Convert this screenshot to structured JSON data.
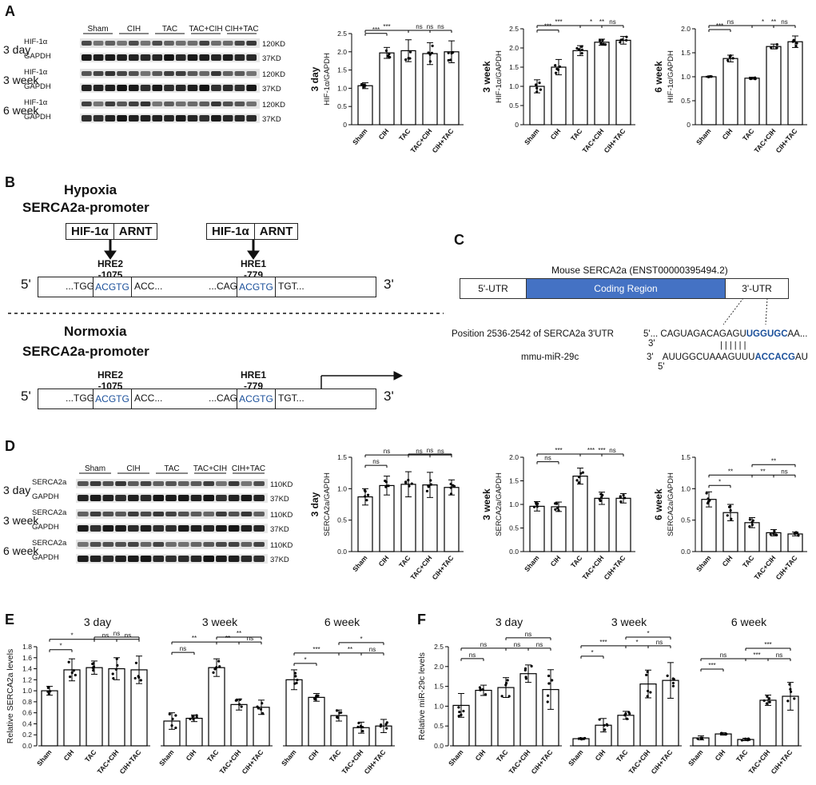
{
  "panels": {
    "A": "A",
    "B": "B",
    "C": "C",
    "D": "D",
    "E": "E",
    "F": "F"
  },
  "blotA": {
    "groups": [
      "Sham",
      "CIH",
      "TAC",
      "TAC+CIH",
      "CIH+TAC"
    ],
    "rows": [
      {
        "time": "3 day",
        "protein": "HIF-1α",
        "ctrl": "GAPDH",
        "kd1": "120KD",
        "kd2": "37KD"
      },
      {
        "time": "3 week",
        "protein": "HIF-1α",
        "ctrl": "GAPDH",
        "kd1": "120KD",
        "kd2": "37KD"
      },
      {
        "time": "6 week",
        "protein": "HIF-1α",
        "ctrl": "GAPDH",
        "kd1": "120KD",
        "kd2": "37KD"
      }
    ]
  },
  "blotD": {
    "groups": [
      "Sham",
      "CIH",
      "TAC",
      "TAC+CIH",
      "CIH+TAC"
    ],
    "rows": [
      {
        "time": "3 day",
        "protein": "SERCA2a",
        "ctrl": "GAPDH",
        "kd1": "110KD",
        "kd2": "37KD"
      },
      {
        "time": "3 week",
        "protein": "SERCA2a",
        "ctrl": "GAPDH",
        "kd1": "110KD",
        "kd2": "37KD"
      },
      {
        "time": "6 week",
        "protein": "SERCA2a",
        "ctrl": "GAPDH",
        "kd1": "110KD",
        "kd2": "37KD"
      }
    ]
  },
  "diagramB": {
    "hypoxia_title": "Hypoxia",
    "hypoxia_sub": "SERCA2a-promoter",
    "normoxia_title": "Normoxia",
    "normoxia_sub": "SERCA2a-promoter",
    "hif": "HIF-1α",
    "arnt": "ARNT",
    "hre2": "HRE2",
    "hre2_pos": "-1075",
    "hre1": "HRE1",
    "hre1_pos": "-779",
    "five": "5'",
    "three": "3'",
    "seg1": "...TGG",
    "seg2": "ACGTG",
    "seg3": "ACC...",
    "seg4": "...CAG",
    "seg5": "ACGTG",
    "seg6": "TGT...",
    "seg6b": "TGT..."
  },
  "diagramC": {
    "title": "Mouse SERCA2a (ENST00000395494.2)",
    "utr5": "5'-UTR",
    "coding": "Coding Region",
    "utr3": "3'-UTR",
    "position_label": "Position 2536-2542 of SERCA2a 3'UTR",
    "five": "5'...",
    "target_a": "CAGUAGACAGAGU",
    "target_b": "UGGUGC",
    "target_c": "AA...",
    "three": "3'",
    "mir_label": "mmu-miR-29c",
    "mir_3": "3'",
    "mir_a": "AUUGGCUAAAGUUU",
    "mir_b": "ACCACG",
    "mir_c": "AU",
    "mir_5": "5'",
    "pairs": "| | | | | |"
  },
  "colors": {
    "accent_blue": "#4472c4",
    "seq_blue": "#1a4f9a",
    "bar_edge": "#000000"
  },
  "chart_data": [
    {
      "id": "A1",
      "type": "bar",
      "ylabel": "HIF-1α/GAPDH",
      "yprefix": "3 day",
      "categories": [
        "Sham",
        "CIH",
        "TAC",
        "TAC+CIH",
        "CIH+TAC"
      ],
      "values": [
        1.07,
        1.97,
        2.03,
        1.95,
        2.0
      ],
      "errors": [
        0.08,
        0.15,
        0.3,
        0.3,
        0.3
      ],
      "ylim": [
        0,
        2.5
      ],
      "yticks": [
        "0",
        "0.5",
        "1.0",
        "1.5",
        "2.0",
        "2.5"
      ],
      "sig": [
        {
          "a": 0,
          "b": 1,
          "t": "***",
          "lvl": 0
        },
        {
          "a": 0,
          "b": 2,
          "t": "***",
          "lvl": 1
        },
        {
          "a": 2,
          "b": 3,
          "t": "ns",
          "lvl": 1
        },
        {
          "a": 3,
          "b": 4,
          "t": "ns",
          "lvl": 1
        },
        {
          "a": 2,
          "b": 4,
          "t": "ns",
          "lvl": 2
        }
      ]
    },
    {
      "id": "A2",
      "type": "bar",
      "ylabel": "HIF-1α/GAPDH",
      "yprefix": "3 week",
      "categories": [
        "Sham",
        "CIH",
        "TAC",
        "TAC+CIH",
        "CIH+TAC"
      ],
      "values": [
        1.0,
        1.5,
        1.93,
        2.15,
        2.2
      ],
      "errors": [
        0.17,
        0.2,
        0.13,
        0.08,
        0.1
      ],
      "ylim": [
        0,
        2.5
      ],
      "yticks": [
        "0",
        "0.5",
        "1.0",
        "1.5",
        "2.0",
        "2.5"
      ],
      "sig": [
        {
          "a": 0,
          "b": 1,
          "t": "***",
          "lvl": 0
        },
        {
          "a": 0,
          "b": 2,
          "t": "***",
          "lvl": 1
        },
        {
          "a": 2,
          "b": 3,
          "t": "*",
          "lvl": 1
        },
        {
          "a": 3,
          "b": 4,
          "t": "ns",
          "lvl": 1
        },
        {
          "a": 2,
          "b": 4,
          "t": "**",
          "lvl": 2
        }
      ]
    },
    {
      "id": "A3",
      "type": "bar",
      "ylabel": "HIF-1α/GAPDH",
      "yprefix": "6 week",
      "categories": [
        "Sham",
        "CIH",
        "TAC",
        "TAC+CIH",
        "CIH+TAC"
      ],
      "values": [
        1.0,
        1.38,
        0.97,
        1.63,
        1.73
      ],
      "errors": [
        0.01,
        0.07,
        0.02,
        0.05,
        0.12
      ],
      "ylim": [
        0,
        2.0
      ],
      "yticks": [
        "0",
        "0.5",
        "1.0",
        "1.5",
        "2.0"
      ],
      "sig": [
        {
          "a": 0,
          "b": 1,
          "t": "***",
          "lvl": 0
        },
        {
          "a": 0,
          "b": 2,
          "t": "ns",
          "lvl": 1
        },
        {
          "a": 2,
          "b": 3,
          "t": "*",
          "lvl": 1
        },
        {
          "a": 3,
          "b": 4,
          "t": "ns",
          "lvl": 1
        },
        {
          "a": 2,
          "b": 4,
          "t": "**",
          "lvl": 2
        }
      ]
    },
    {
      "id": "D1",
      "type": "bar",
      "ylabel": "SERCA2a/GAPDH",
      "yprefix": "3 day",
      "categories": [
        "Sham",
        "CIH",
        "TAC",
        "TAC+CIH",
        "CIH+TAC"
      ],
      "values": [
        0.87,
        1.05,
        1.07,
        1.06,
        1.02
      ],
      "errors": [
        0.13,
        0.15,
        0.2,
        0.2,
        0.12
      ],
      "ylim": [
        0,
        1.5
      ],
      "yticks": [
        "0.0",
        "0.5",
        "1.0",
        "1.5"
      ],
      "sig": [
        {
          "a": 0,
          "b": 1,
          "t": "ns",
          "lvl": 0
        },
        {
          "a": 0,
          "b": 2,
          "t": "ns",
          "lvl": 1
        },
        {
          "a": 2,
          "b": 3,
          "t": "ns",
          "lvl": 1
        },
        {
          "a": 3,
          "b": 4,
          "t": "ns",
          "lvl": 1
        },
        {
          "a": 2,
          "b": 4,
          "t": "ns",
          "lvl": 2
        }
      ]
    },
    {
      "id": "D2",
      "type": "bar",
      "ylabel": "SERCA2a/GAPDH",
      "yprefix": "3 week",
      "categories": [
        "Sham",
        "CIH",
        "TAC",
        "TAC+CIH",
        "CIH+TAC"
      ],
      "values": [
        0.96,
        0.95,
        1.6,
        1.13,
        1.13
      ],
      "errors": [
        0.1,
        0.1,
        0.17,
        0.13,
        0.1
      ],
      "ylim": [
        0,
        2.0
      ],
      "yticks": [
        "0.0",
        "0.5",
        "1.0",
        "1.5",
        "2.0"
      ],
      "sig": [
        {
          "a": 0,
          "b": 1,
          "t": "ns",
          "lvl": 0
        },
        {
          "a": 0,
          "b": 2,
          "t": "***",
          "lvl": 1
        },
        {
          "a": 2,
          "b": 3,
          "t": "***",
          "lvl": 1
        },
        {
          "a": 3,
          "b": 4,
          "t": "ns",
          "lvl": 1
        },
        {
          "a": 2,
          "b": 4,
          "t": "***",
          "lvl": 2
        }
      ]
    },
    {
      "id": "D3",
      "type": "bar",
      "ylabel": "SERCA2a/GAPDH",
      "yprefix": "6 week",
      "categories": [
        "Sham",
        "CIH",
        "TAC",
        "TAC+CIH",
        "CIH+TAC"
      ],
      "values": [
        0.83,
        0.62,
        0.46,
        0.3,
        0.28
      ],
      "errors": [
        0.12,
        0.13,
        0.08,
        0.05,
        0.03
      ],
      "ylim": [
        0,
        1.5
      ],
      "yticks": [
        "0.0",
        "0.5",
        "1.0",
        "1.5"
      ],
      "sig": [
        {
          "a": 0,
          "b": 1,
          "t": "*",
          "lvl": 0
        },
        {
          "a": 0,
          "b": 2,
          "t": "**",
          "lvl": 1
        },
        {
          "a": 2,
          "b": 3,
          "t": "**",
          "lvl": 1
        },
        {
          "a": 3,
          "b": 4,
          "t": "ns",
          "lvl": 1
        },
        {
          "a": 2,
          "b": 4,
          "t": "**",
          "lvl": 2
        }
      ]
    },
    {
      "id": "E",
      "type": "bar-grouped",
      "ylabel": "Relative SERCA2a levels",
      "ylim": [
        0,
        1.8
      ],
      "yticks": [
        "0.0",
        "0.2",
        "0.4",
        "0.6",
        "0.8",
        "1.0",
        "1.2",
        "1.4",
        "1.6",
        "1.8"
      ],
      "categories": [
        "Sham",
        "CIH",
        "TAC",
        "TAC+CIH",
        "CIH+TAC"
      ],
      "groups": [
        {
          "label": "3 day",
          "values": [
            1.0,
            1.38,
            1.42,
            1.4,
            1.38
          ],
          "errors": [
            0.08,
            0.2,
            0.12,
            0.2,
            0.25
          ],
          "sig": [
            {
              "a": 0,
              "b": 1,
              "t": "*",
              "lvl": 0
            },
            {
              "a": 0,
              "b": 2,
              "t": "*",
              "lvl": 1
            },
            {
              "a": 2,
              "b": 3,
              "t": "ns",
              "lvl": 1
            },
            {
              "a": 3,
              "b": 4,
              "t": "ns",
              "lvl": 1
            },
            {
              "a": 2,
              "b": 4,
              "t": "ns",
              "lvl": 2
            }
          ]
        },
        {
          "label": "3 week",
          "values": [
            0.45,
            0.5,
            1.42,
            0.75,
            0.7
          ],
          "errors": [
            0.15,
            0.06,
            0.16,
            0.1,
            0.13
          ],
          "sig": [
            {
              "a": 0,
              "b": 1,
              "t": "ns",
              "lvl": 0
            },
            {
              "a": 0,
              "b": 2,
              "t": "**",
              "lvl": 1
            },
            {
              "a": 2,
              "b": 3,
              "t": "**",
              "lvl": 1
            },
            {
              "a": 3,
              "b": 4,
              "t": "ns",
              "lvl": 1
            },
            {
              "a": 2,
              "b": 4,
              "t": "**",
              "lvl": 2
            }
          ]
        },
        {
          "label": "6 week",
          "values": [
            1.2,
            0.88,
            0.55,
            0.33,
            0.36
          ],
          "errors": [
            0.18,
            0.07,
            0.1,
            0.1,
            0.12
          ],
          "sig": [
            {
              "a": 0,
              "b": 1,
              "t": "*",
              "lvl": 0
            },
            {
              "a": 0,
              "b": 2,
              "t": "***",
              "lvl": 1
            },
            {
              "a": 2,
              "b": 3,
              "t": "**",
              "lvl": 1
            },
            {
              "a": 3,
              "b": 4,
              "t": "ns",
              "lvl": 1
            },
            {
              "a": 2,
              "b": 4,
              "t": "*",
              "lvl": 2
            }
          ]
        }
      ]
    },
    {
      "id": "F",
      "type": "bar-grouped",
      "ylabel": "Relative miR-29c levels",
      "ylim": [
        0,
        2.5
      ],
      "yticks": [
        "0.0",
        "0.5",
        "1.0",
        "1.5",
        "2.0",
        "2.5"
      ],
      "categories": [
        "Sham",
        "CIH",
        "TAC",
        "TAC+CIH",
        "CIH+TAC"
      ],
      "groups": [
        {
          "label": "3 day",
          "values": [
            1.02,
            1.4,
            1.47,
            1.82,
            1.42
          ],
          "errors": [
            0.3,
            0.13,
            0.25,
            0.22,
            0.5
          ],
          "sig": [
            {
              "a": 0,
              "b": 1,
              "t": "ns",
              "lvl": 0
            },
            {
              "a": 0,
              "b": 2,
              "t": "ns",
              "lvl": 1
            },
            {
              "a": 2,
              "b": 3,
              "t": "ns",
              "lvl": 1
            },
            {
              "a": 3,
              "b": 4,
              "t": "ns",
              "lvl": 1
            },
            {
              "a": 2,
              "b": 4,
              "t": "ns",
              "lvl": 2
            }
          ]
        },
        {
          "label": "3 week",
          "values": [
            0.18,
            0.52,
            0.77,
            1.56,
            1.65
          ],
          "errors": [
            0.02,
            0.17,
            0.1,
            0.35,
            0.45
          ],
          "sig": [
            {
              "a": 0,
              "b": 1,
              "t": "*",
              "lvl": 0
            },
            {
              "a": 0,
              "b": 2,
              "t": "***",
              "lvl": 1
            },
            {
              "a": 2,
              "b": 3,
              "t": "*",
              "lvl": 1
            },
            {
              "a": 3,
              "b": 4,
              "t": "ns",
              "lvl": 1
            },
            {
              "a": 2,
              "b": 4,
              "t": "*",
              "lvl": 2
            }
          ]
        },
        {
          "label": "6 week",
          "values": [
            0.2,
            0.3,
            0.16,
            1.15,
            1.25
          ],
          "errors": [
            0.05,
            0.03,
            0.03,
            0.13,
            0.35
          ],
          "sig": [
            {
              "a": 0,
              "b": 1,
              "t": "***",
              "lvl": 0
            },
            {
              "a": 0,
              "b": 2,
              "t": "ns",
              "lvl": 1
            },
            {
              "a": 2,
              "b": 3,
              "t": "***",
              "lvl": 1
            },
            {
              "a": 3,
              "b": 4,
              "t": "ns",
              "lvl": 1
            },
            {
              "a": 2,
              "b": 4,
              "t": "***",
              "lvl": 2
            }
          ]
        }
      ]
    }
  ]
}
